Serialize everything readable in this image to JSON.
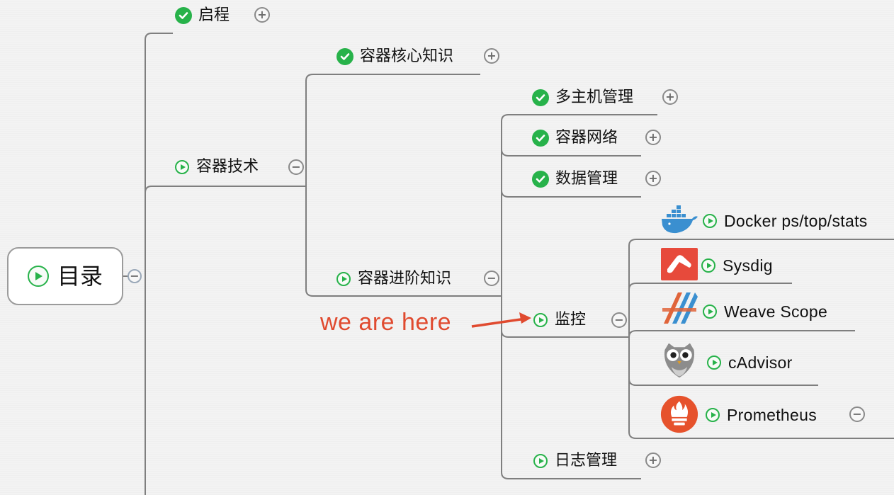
{
  "root": {
    "label": "目录",
    "icon": "play-icon"
  },
  "branches": {
    "qicheng": {
      "label": "启程",
      "status": "done",
      "toggle": "+"
    },
    "rongqi_jishu": {
      "label": "容器技术",
      "status": "pending",
      "toggle": "−"
    },
    "hexin": {
      "label": "容器核心知识",
      "status": "done",
      "toggle": "+"
    },
    "jinjie": {
      "label": "容器进阶知识",
      "status": "pending",
      "toggle": "−"
    },
    "duozhuji": {
      "label": "多主机管理",
      "status": "done",
      "toggle": "+"
    },
    "wangluo": {
      "label": "容器网络",
      "status": "done",
      "toggle": "+"
    },
    "shuju": {
      "label": "数据管理",
      "status": "done",
      "toggle": "+"
    },
    "jiankong": {
      "label": "监控",
      "status": "pending",
      "toggle": "−"
    },
    "rizhi": {
      "label": "日志管理",
      "status": "pending",
      "toggle": "+"
    }
  },
  "tools": [
    {
      "label": "Docker ps/top/stats",
      "logo": "docker-whale-logo"
    },
    {
      "label": "Sysdig",
      "logo": "sysdig-logo"
    },
    {
      "label": "Weave Scope",
      "logo": "weave-scope-logo"
    },
    {
      "label": "cAdvisor",
      "logo": "cadvisor-owl-logo"
    },
    {
      "label": "Prometheus",
      "logo": "prometheus-logo",
      "toggle": "−"
    }
  ],
  "annotation": {
    "text": "we are here",
    "color": "#e04a2f"
  },
  "colors": {
    "check": "#27b24a",
    "line": "#7a7a7a",
    "annotation": "#e04a2f"
  }
}
